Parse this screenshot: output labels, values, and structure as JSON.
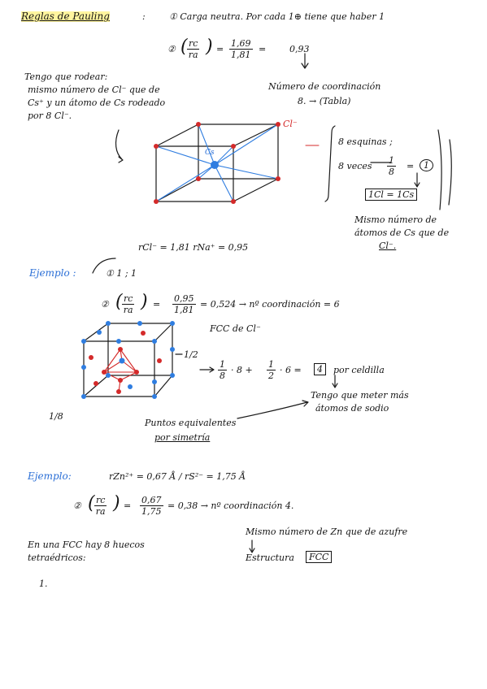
{
  "title": "Reglas de Pauling",
  "sep": ":",
  "rule1": "① Carga neutra. Por cada 1⊕ tiene que haber 1",
  "rule2_num": "② ",
  "ratio_n": "rc",
  "ratio_d": "ra",
  "r1_n": "1,69",
  "r1_d": "1,81",
  "r1_res": "0,93",
  "note_left": [
    "Tengo que rodear:",
    "mismo número de Cl⁻ que de",
    "Cs⁺ y un átomo de Cs rodeado",
    "por 8 Cl⁻."
  ],
  "note_coord": [
    "Número de coordinación",
    "8. → (Tabla)"
  ],
  "cube1_cl": "Cl⁻",
  "cube1_cs": "Cs",
  "eq8": "8 esquinas ;",
  "eq8b": "8 veces",
  "f18_n": "1",
  "f18_d": "8",
  "res1": "1",
  "cscl": "1Cl = 1Cs",
  "note_min": [
    "Mismo número de",
    "átomos de Cs que de",
    "Cl⁻."
  ],
  "ejemplo1": "Ejemplo :",
  "radii1": "rCl⁻ = 1,81   rNa⁺ = 0,95",
  "ex1_r1": "① 1 ; 1",
  "ex1_r2": "② ",
  "e1_n": "0,95",
  "e1_d": "1,81",
  "e1_res": "= 0,524 → nº coordinación = 6",
  "fcc_label": "FCC de Cl⁻",
  "half": "1/2",
  "oneeighth": "1/8",
  "sum_a_n": "1",
  "sum_a_d": "8",
  "sum_mid": "· 8 +",
  "sum_b_n": "1",
  "sum_b_d": "2",
  "sum_end": "· 6 =",
  "sum_res": "4",
  "sum_unit": "por celdilla",
  "note_more": [
    "Tengo que meter más",
    "átomos de sodio"
  ],
  "puntos": [
    "Puntos equivalentes",
    "por simetría"
  ],
  "ejemplo2": "Ejemplo:",
  "radii2": "rZn²⁺ = 0,67 Å  /  rS²⁻ = 1,75 Å",
  "ex2_r2": "② ",
  "e2_n": "0,67",
  "e2_d": "1,75",
  "e2_res": "= 0,38 → nº coordinación 4.",
  "note_zn": "Mismo número de Zn que de azufre",
  "estructura": "Estructura",
  "fcc_box": "FCC",
  "fcc_tetra": [
    "En una FCC hay 8 huecos",
    "tetraédricos:"
  ],
  "item1": "1."
}
